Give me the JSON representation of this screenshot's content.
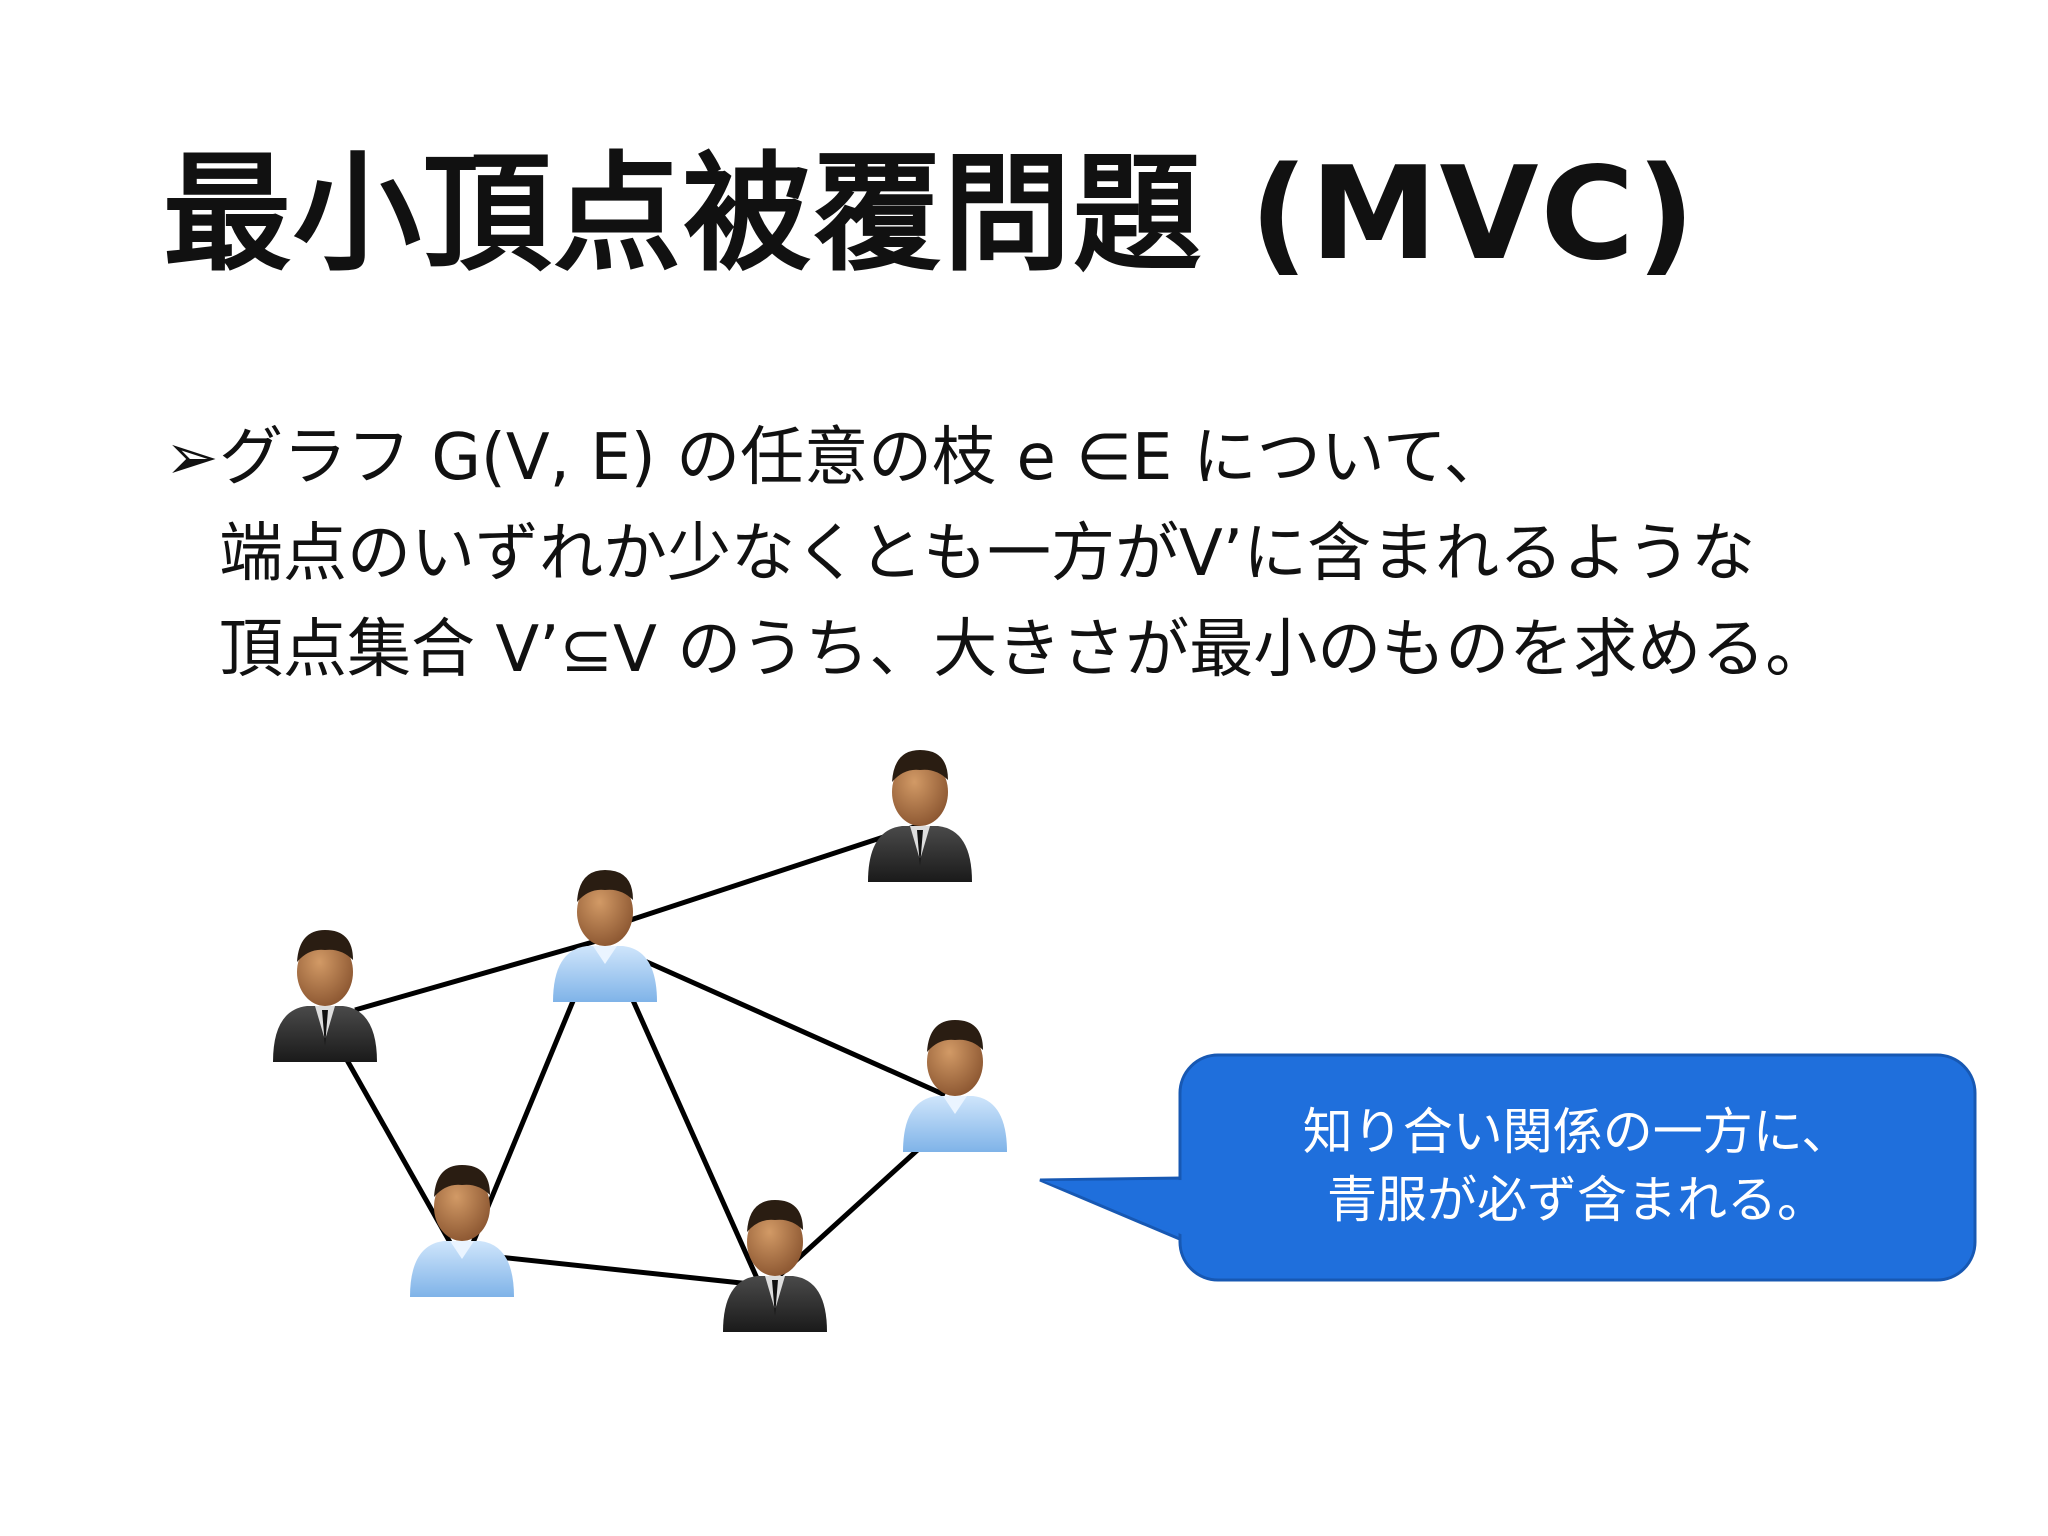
{
  "slide": {
    "title": "最小頂点被覆問題 (MVC)",
    "bullet_marker": "➢",
    "bullet_lines": [
      "グラフ G(V, E) の任意の枝 e ∈E について、",
      "端点のいずれか少なくとも一方がV’に含まれるような",
      "頂点集合 V’⊆V のうち、大きさが最小のものを求める。"
    ]
  },
  "diagram": {
    "node_types": {
      "dark": "dark-suit-person-icon",
      "light": "blue-shirt-person-icon"
    },
    "colors": {
      "dark_suit": "#2b2b2b",
      "blue_shirt": "#a9cdf0",
      "skin": "#a9703f",
      "hair": "#2a1d12",
      "edge": "#000000",
      "callout_fill": "#1f6fdc",
      "callout_border": "#1758b3",
      "callout_text": "#ffffff"
    },
    "callout": {
      "lines": [
        "知り合い関係の一方に、",
        "青服が必ず含まれる。"
      ]
    }
  }
}
